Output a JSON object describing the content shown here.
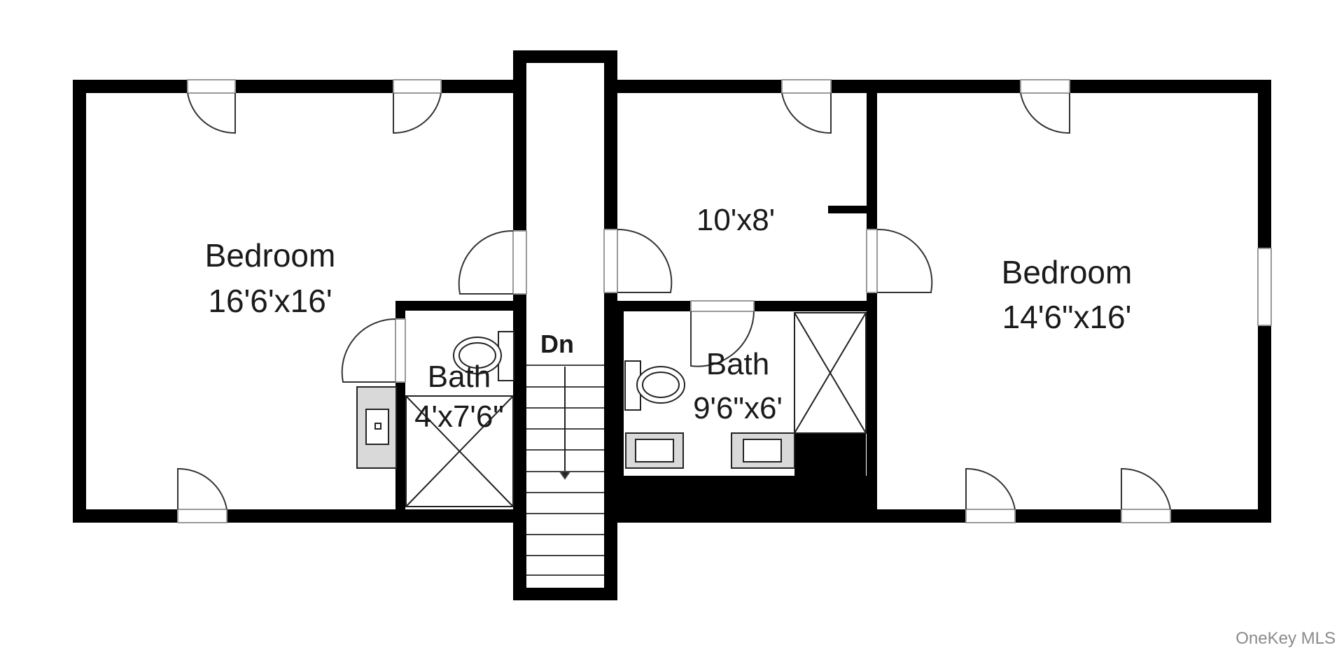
{
  "rooms": {
    "bedroom_left": {
      "name": "Bedroom",
      "size": "16'6'x16'"
    },
    "room_middle": {
      "size": "10'x8'"
    },
    "bedroom_right": {
      "name": "Bedroom",
      "size": "14'6\"x16'"
    },
    "bath_small": {
      "name": "Bath",
      "size": "4'x7'6\""
    },
    "bath_large": {
      "name": "Bath",
      "size": "9'6\"x6'"
    }
  },
  "stairs": {
    "label": "Dn"
  },
  "watermark": "OneKey MLS",
  "colors": {
    "wall": "#000000",
    "fixture_fill": "#d9d9d9",
    "background": "#ffffff"
  }
}
